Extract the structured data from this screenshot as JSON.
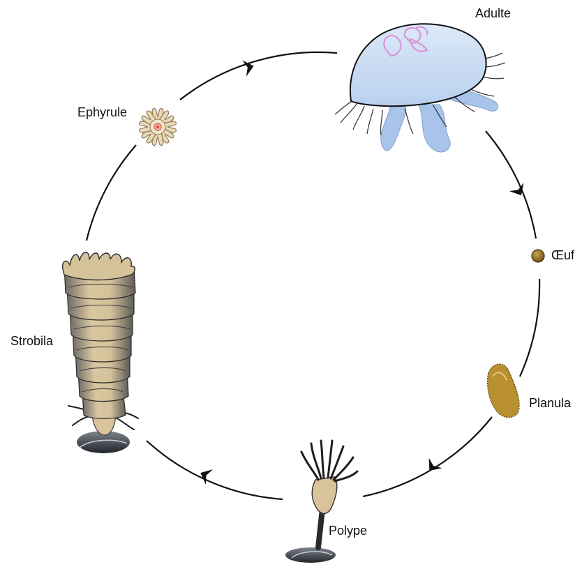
{
  "diagram": {
    "stages": [
      {
        "id": "adulte",
        "label": "Adulte"
      },
      {
        "id": "oeuf",
        "label": "Œuf"
      },
      {
        "id": "planula",
        "label": "Planula"
      },
      {
        "id": "polype",
        "label": "Polype"
      },
      {
        "id": "strobila",
        "label": "Strobila"
      },
      {
        "id": "ephyrule",
        "label": "Ephyrule"
      }
    ],
    "colors": {
      "cycle_line": "#111111",
      "medusa_bell": "#cfe0f3",
      "medusa_arms": "#a9c4ea",
      "gonads": "#e6b6e8",
      "egg": "#8a6418",
      "planula": "#b9902f",
      "polyp_body": "#d8c39a",
      "strobila_body": "#c8b48c",
      "rock": "#3b3f45"
    }
  }
}
